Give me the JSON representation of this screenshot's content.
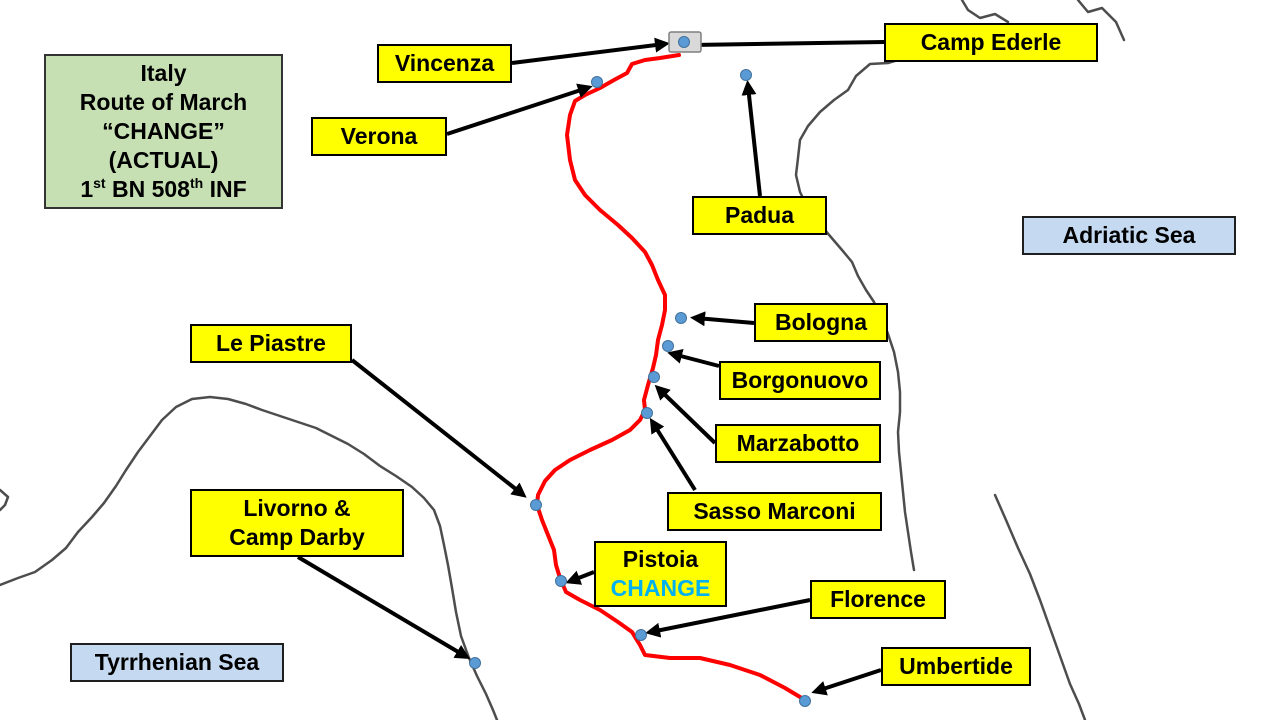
{
  "title": {
    "line1": "Italy",
    "line2": "Route of March",
    "line3": "“CHANGE”",
    "line4": "(ACTUAL)",
    "unit": {
      "a": "1",
      "b": "st",
      "c": " BN 508",
      "d": "th",
      "e": " INF"
    }
  },
  "labels": {
    "vincenza": "Vincenza",
    "camp_ederle": "Camp Ederle",
    "verona": "Verona",
    "padua": "Padua",
    "bologna": "Bologna",
    "le_piastre": "Le Piastre",
    "borgonuovo": "Borgonuovo",
    "marzabotto": "Marzabotto",
    "sasso_marconi": "Sasso Marconi",
    "livorno_line1": "Livorno &",
    "livorno_line2": "Camp Darby",
    "pistoia": "Pistoia",
    "pistoia_note": "CHANGE",
    "florence": "Florence",
    "umbertide": "Umbertide"
  },
  "seas": {
    "adriatic": "Adriatic Sea",
    "tyrrhenian": "Tyrrhenian Sea"
  },
  "colors": {
    "label_fill": "#ffff00",
    "sea_fill": "#c5d9f1",
    "title_fill": "#c6e0b4",
    "route": "#ff0000",
    "marker": "#5b9bd5",
    "marker_stroke": "#41719c",
    "change_text": "#00b0f0",
    "coastline": "#4d4d4d",
    "arrow": "#000000"
  }
}
